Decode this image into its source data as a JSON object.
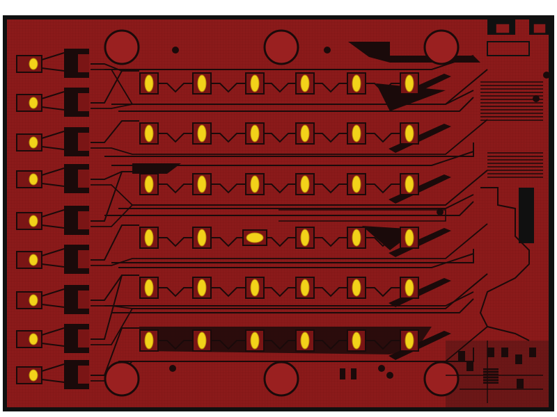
{
  "board": {
    "name": "pcb-layout",
    "copper_color": "#8b1a1a",
    "trace_color": "#1a0a0a",
    "pad_color": "#f2d21a",
    "pad_edge_color": "#b8860b",
    "hole_color": "#9a2020",
    "background_color": "#ffffff"
  },
  "layout": {
    "led_rows": 6,
    "led_columns": 6,
    "left_connectors": 9,
    "mounting_holes": 6
  }
}
